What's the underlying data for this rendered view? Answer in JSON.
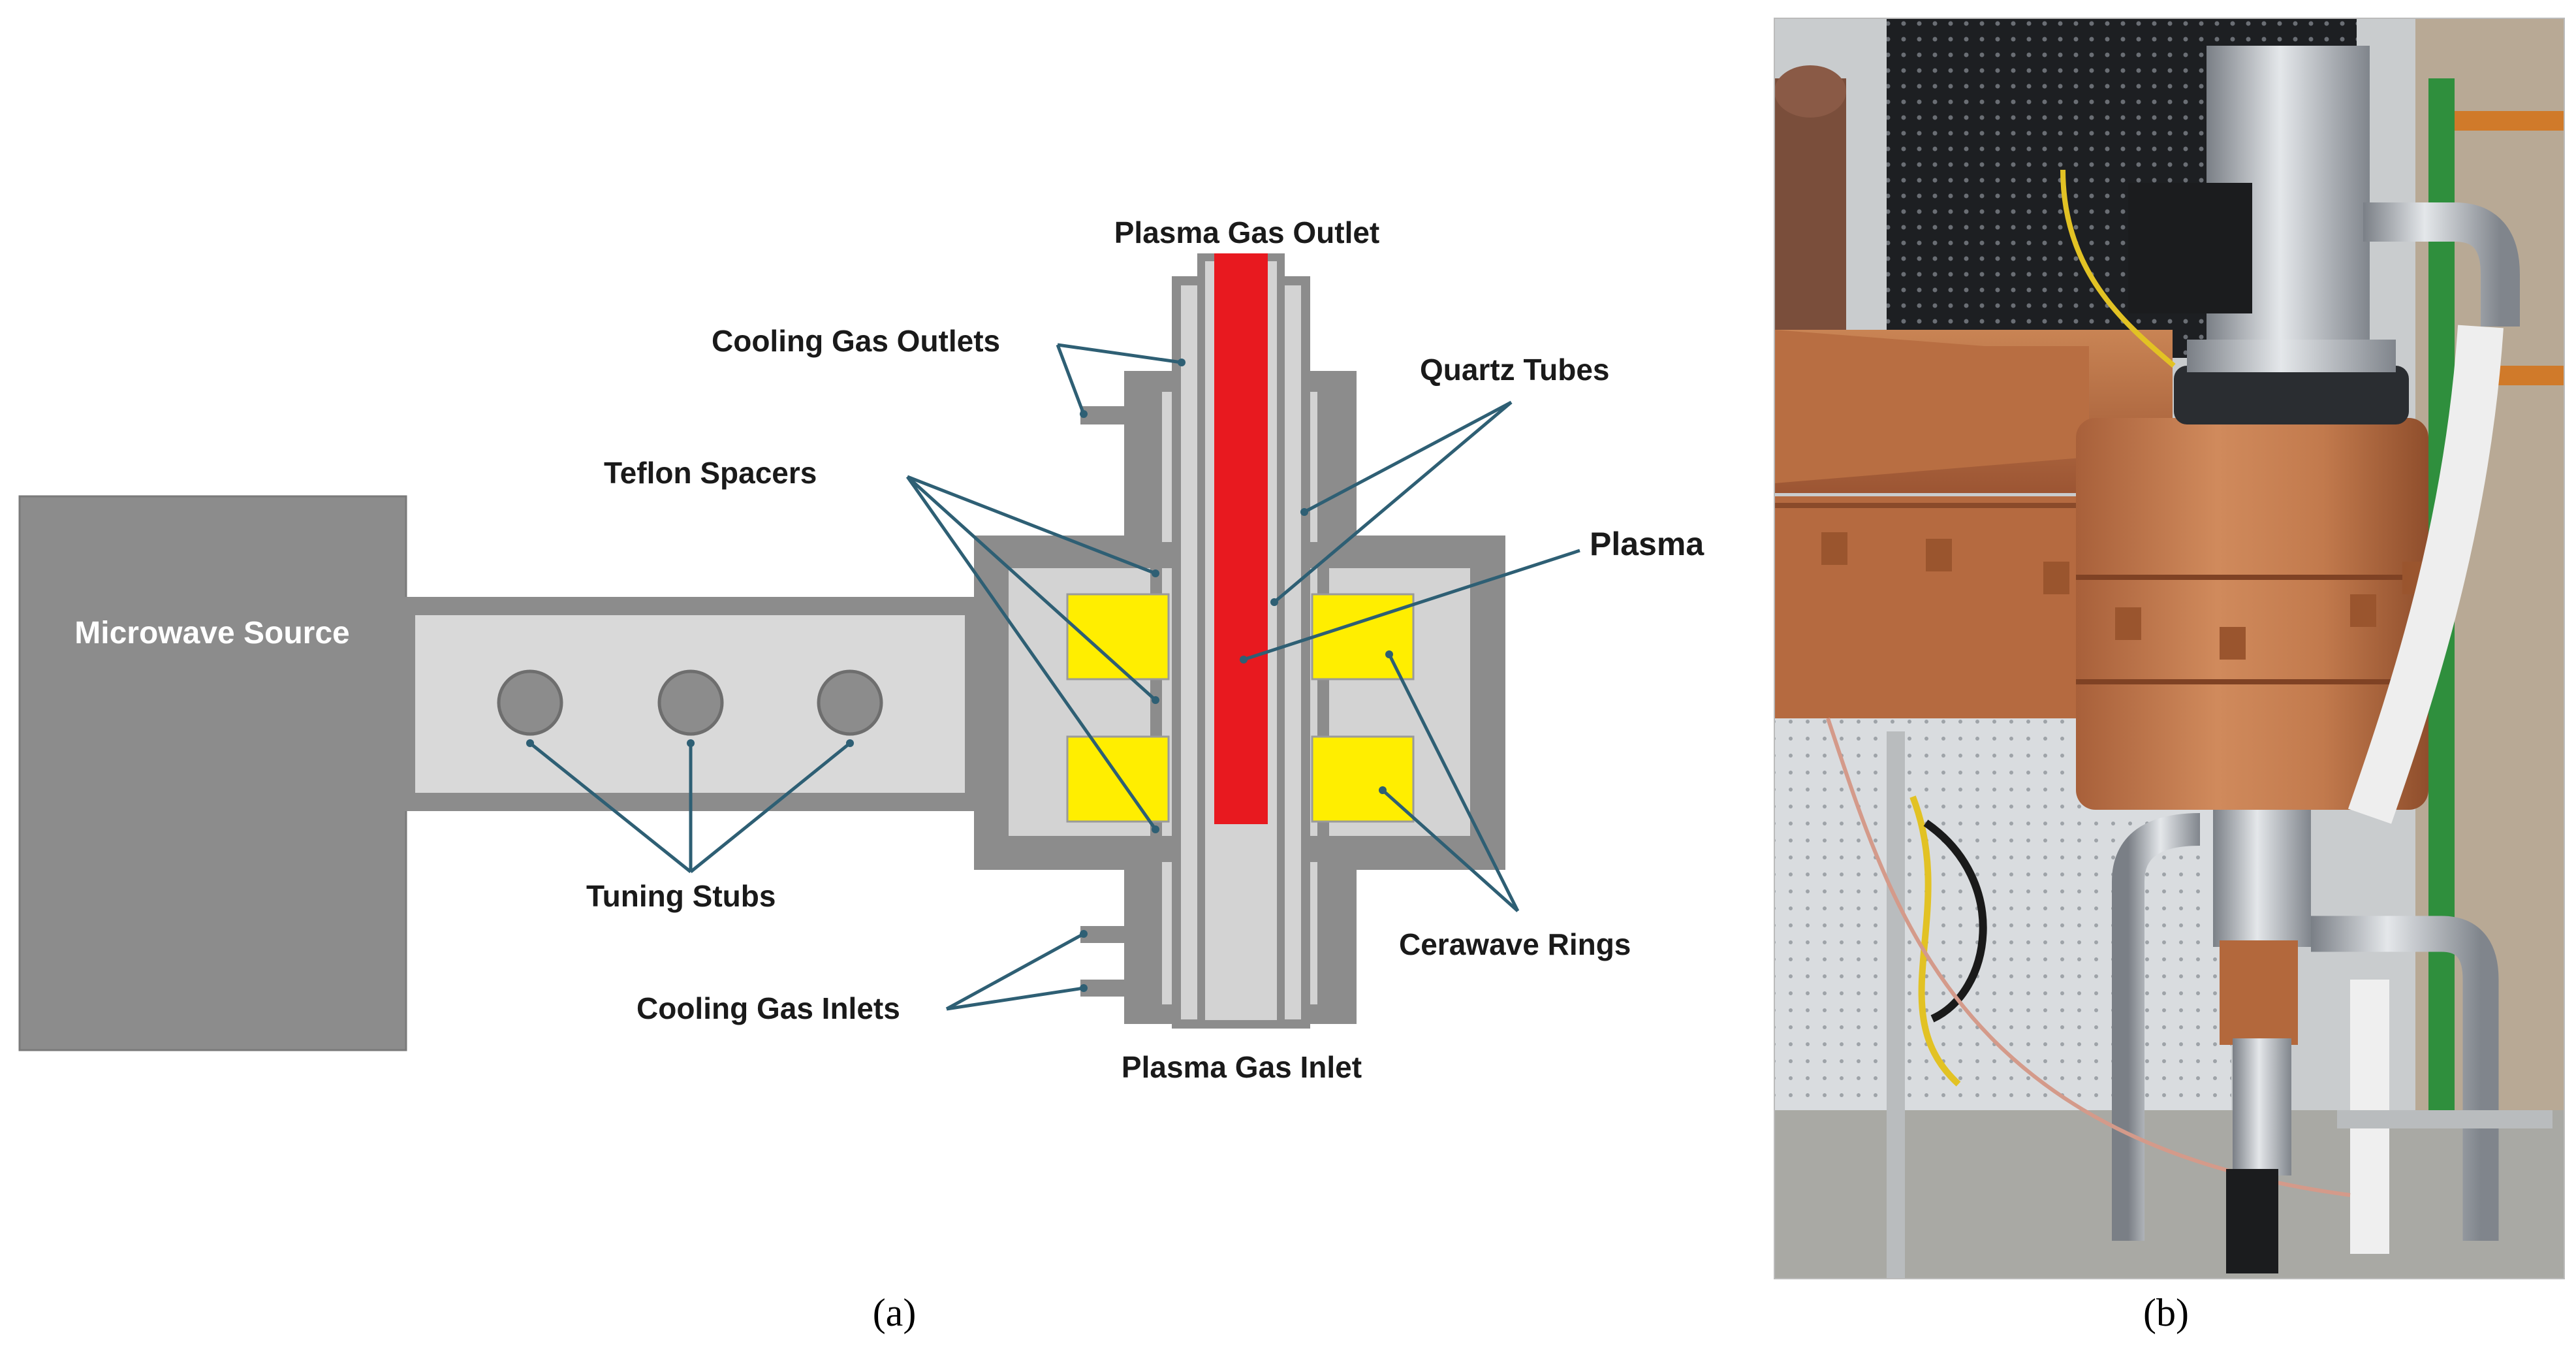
{
  "panel_a": {
    "caption": "(a)",
    "labels": {
      "microwave_source": "Microwave Source",
      "plasma_gas_outlet": "Plasma Gas Outlet",
      "cooling_gas_outlets": "Cooling Gas Outlets",
      "quartz_tubes": "Quartz Tubes",
      "teflon_spacers": "Teflon Spacers",
      "plasma": "Plasma",
      "tuning_stubs": "Tuning Stubs",
      "cerawave_rings": "Cerawave Rings",
      "cooling_gas_inlets": "Cooling Gas Inlets",
      "plasma_gas_inlet": "Plasma Gas Inlet"
    },
    "colors": {
      "housing": "#8c8c8c",
      "fill": "#d3d3d3",
      "waveguide_fill": "#d9d9d9",
      "plasma": "#e8191f",
      "rings": "#ffee00",
      "leader_lines": "#2e5f74"
    }
  },
  "panel_b": {
    "caption": "(b)"
  }
}
